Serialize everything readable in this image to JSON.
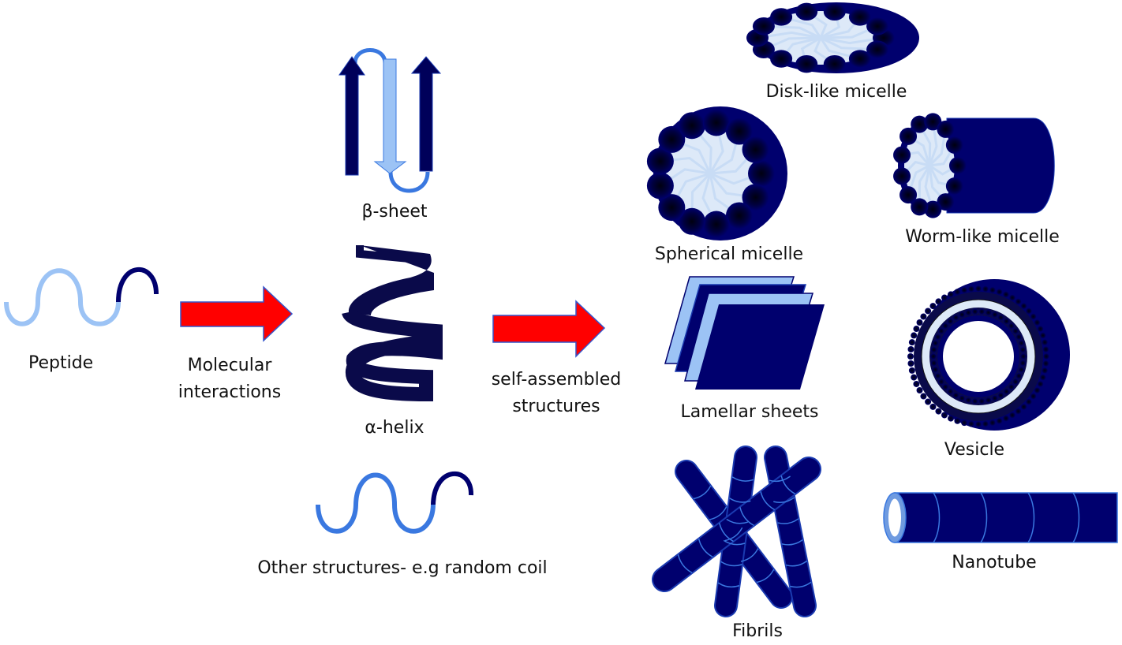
{
  "title": "Peptide self-assembly pathway",
  "colors": {
    "navy": "#00006e",
    "dark_navy": "#0a0a4a",
    "light_blue": "#9cc3f5",
    "mid_blue": "#3a78e0",
    "pale_blue": "#dde9f8",
    "arrow_red": "#ff0000",
    "arrow_border": "#3355cc"
  },
  "labels": {
    "peptide": "Peptide",
    "molecular_interactions_1": "Molecular",
    "molecular_interactions_2": "interactions",
    "beta_sheet": "β-sheet",
    "alpha_helix": "α-helix",
    "random_coil": "Other structures- e.g random coil",
    "self_assembled_1": "self-assembled",
    "self_assembled_2": "structures",
    "disk_micelle": "Disk-like micelle",
    "spherical_micelle": "Spherical micelle",
    "worm_micelle": "Worm-like micelle",
    "lamellar": "Lamellar sheets",
    "vesicle": "Vesicle",
    "fibrils": "Fibrils",
    "nanotube": "Nanotube"
  }
}
